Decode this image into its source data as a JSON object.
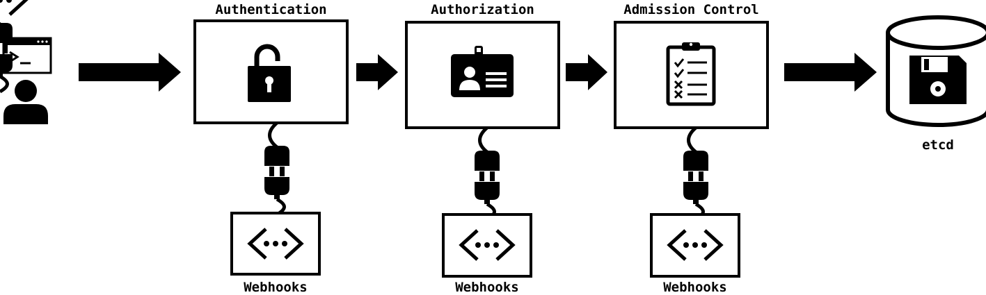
{
  "stages": [
    {
      "title": "Authentication",
      "icon": "unlocked-padlock-icon",
      "webhook_label": "Webhooks"
    },
    {
      "title": "Authorization",
      "icon": "id-badge-icon",
      "webhook_label": "Webhooks"
    },
    {
      "title": "Admission Control",
      "icon": "checklist-clipboard-icon",
      "webhook_label": "Webhooks"
    }
  ],
  "client": {
    "icons": [
      "terminal-window-icon",
      "user-icon"
    ]
  },
  "datastore": {
    "label": "etcd",
    "icon": "database-floppy-icon"
  },
  "colors": {
    "stroke": "#000000",
    "background": "#ffffff"
  }
}
